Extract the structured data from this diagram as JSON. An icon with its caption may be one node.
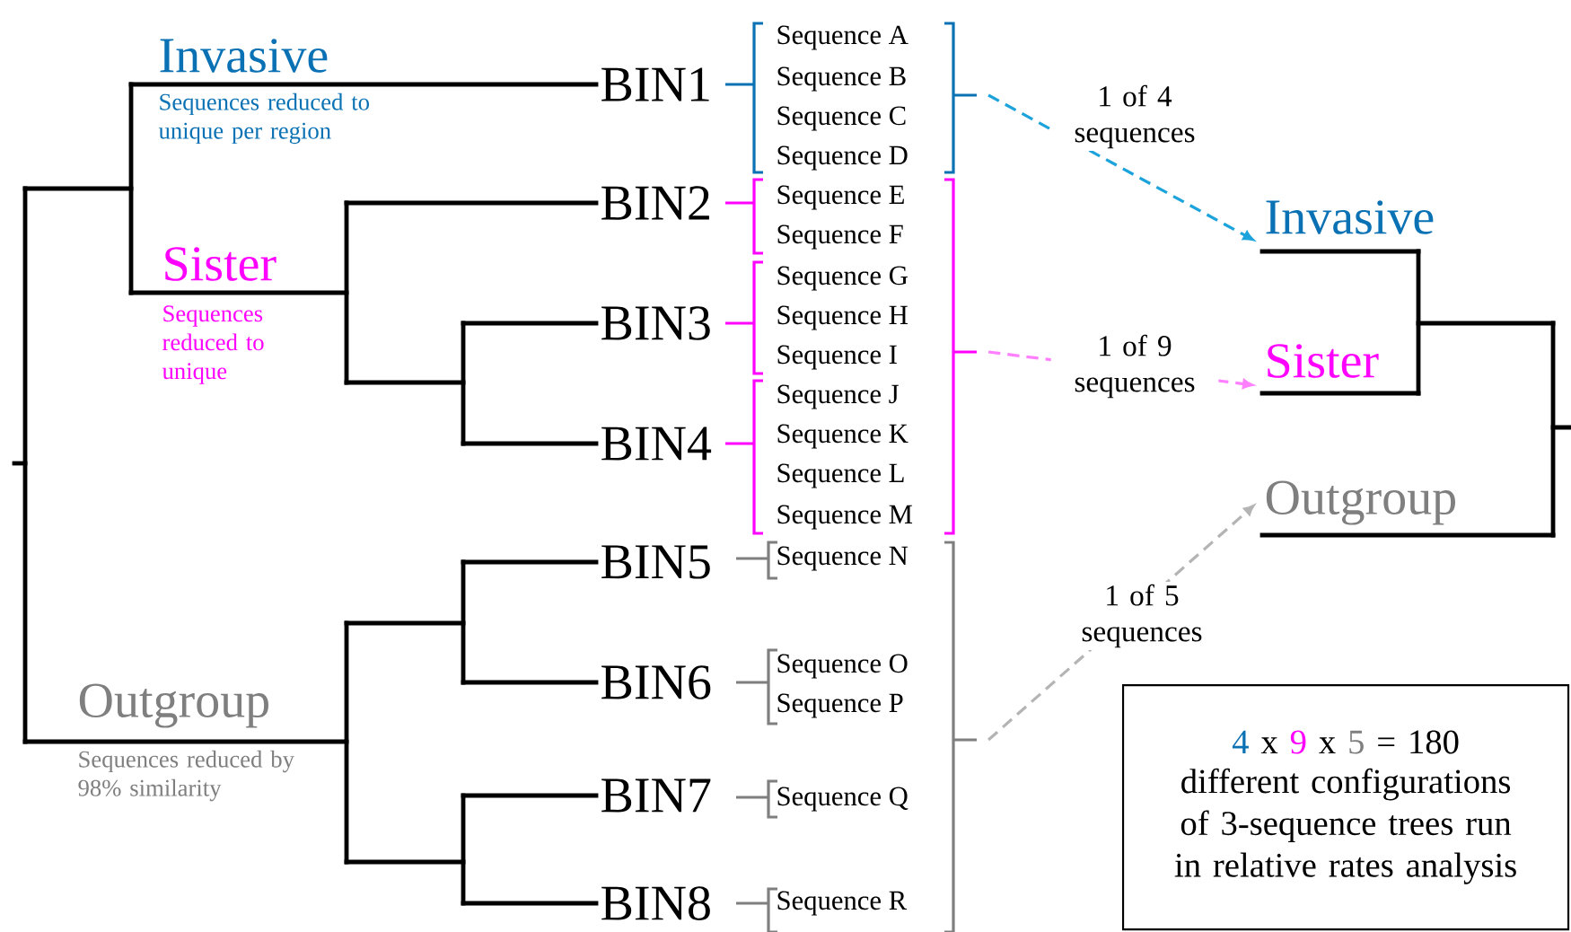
{
  "diagram": {
    "nodes": [
      {
        "text": [
          "Invasive"
        ]
      },
      {
        "text": [
          "Sister"
        ]
      },
      {
        "text": [
          "Outgroup"
        ]
      },
      {
        "text": [
          "4",
          "x",
          "9",
          "x",
          "5",
          "= 180",
          "different configurations of 3-sequence trees run in relative rates analysis"
        ]
      },
      {
        "text": [],
        "shape": "bracket"
      },
      {
        "text": [],
        "shape": "bracket"
      },
      {
        "text": [],
        "shape": "bracket"
      }
    ],
    "edges": [
      {
        "from": 4,
        "to": 0,
        "arrow": "to",
        "label": "1 of 4 sequences",
        "style": "dashed",
        "color": "#1ca3dc"
      },
      {
        "from": 5,
        "to": 1,
        "arrow": "to",
        "label": "1 of 9 sequences",
        "style": "dashed",
        "color": "#ff80ff"
      },
      {
        "from": 6,
        "to": 2,
        "arrow": "to",
        "label": "1 of 5 sequences",
        "style": "dashed",
        "color": "#b4b4b4"
      }
    ],
    "labels": [
      "Invasive",
      "Sequences reduced to unique per region",
      "Sister",
      "Sequences reduced to unique",
      "Outgroup",
      "Sequences reduced by 98% similarity",
      "BIN1",
      "BIN2",
      "BIN3",
      "BIN4",
      "BIN5",
      "BIN6",
      "BIN7",
      "BIN8",
      "Sequence A",
      "Sequence B",
      "Sequence C",
      "Sequence D",
      "Sequence E",
      "Sequence F",
      "Sequence G",
      "Sequence H",
      "Sequence I",
      "Sequence J",
      "Sequence K",
      "Sequence L",
      "Sequence M",
      "Sequence N",
      "Sequence O",
      "Sequence P",
      "Sequence Q",
      "Sequence R"
    ]
  }
}
